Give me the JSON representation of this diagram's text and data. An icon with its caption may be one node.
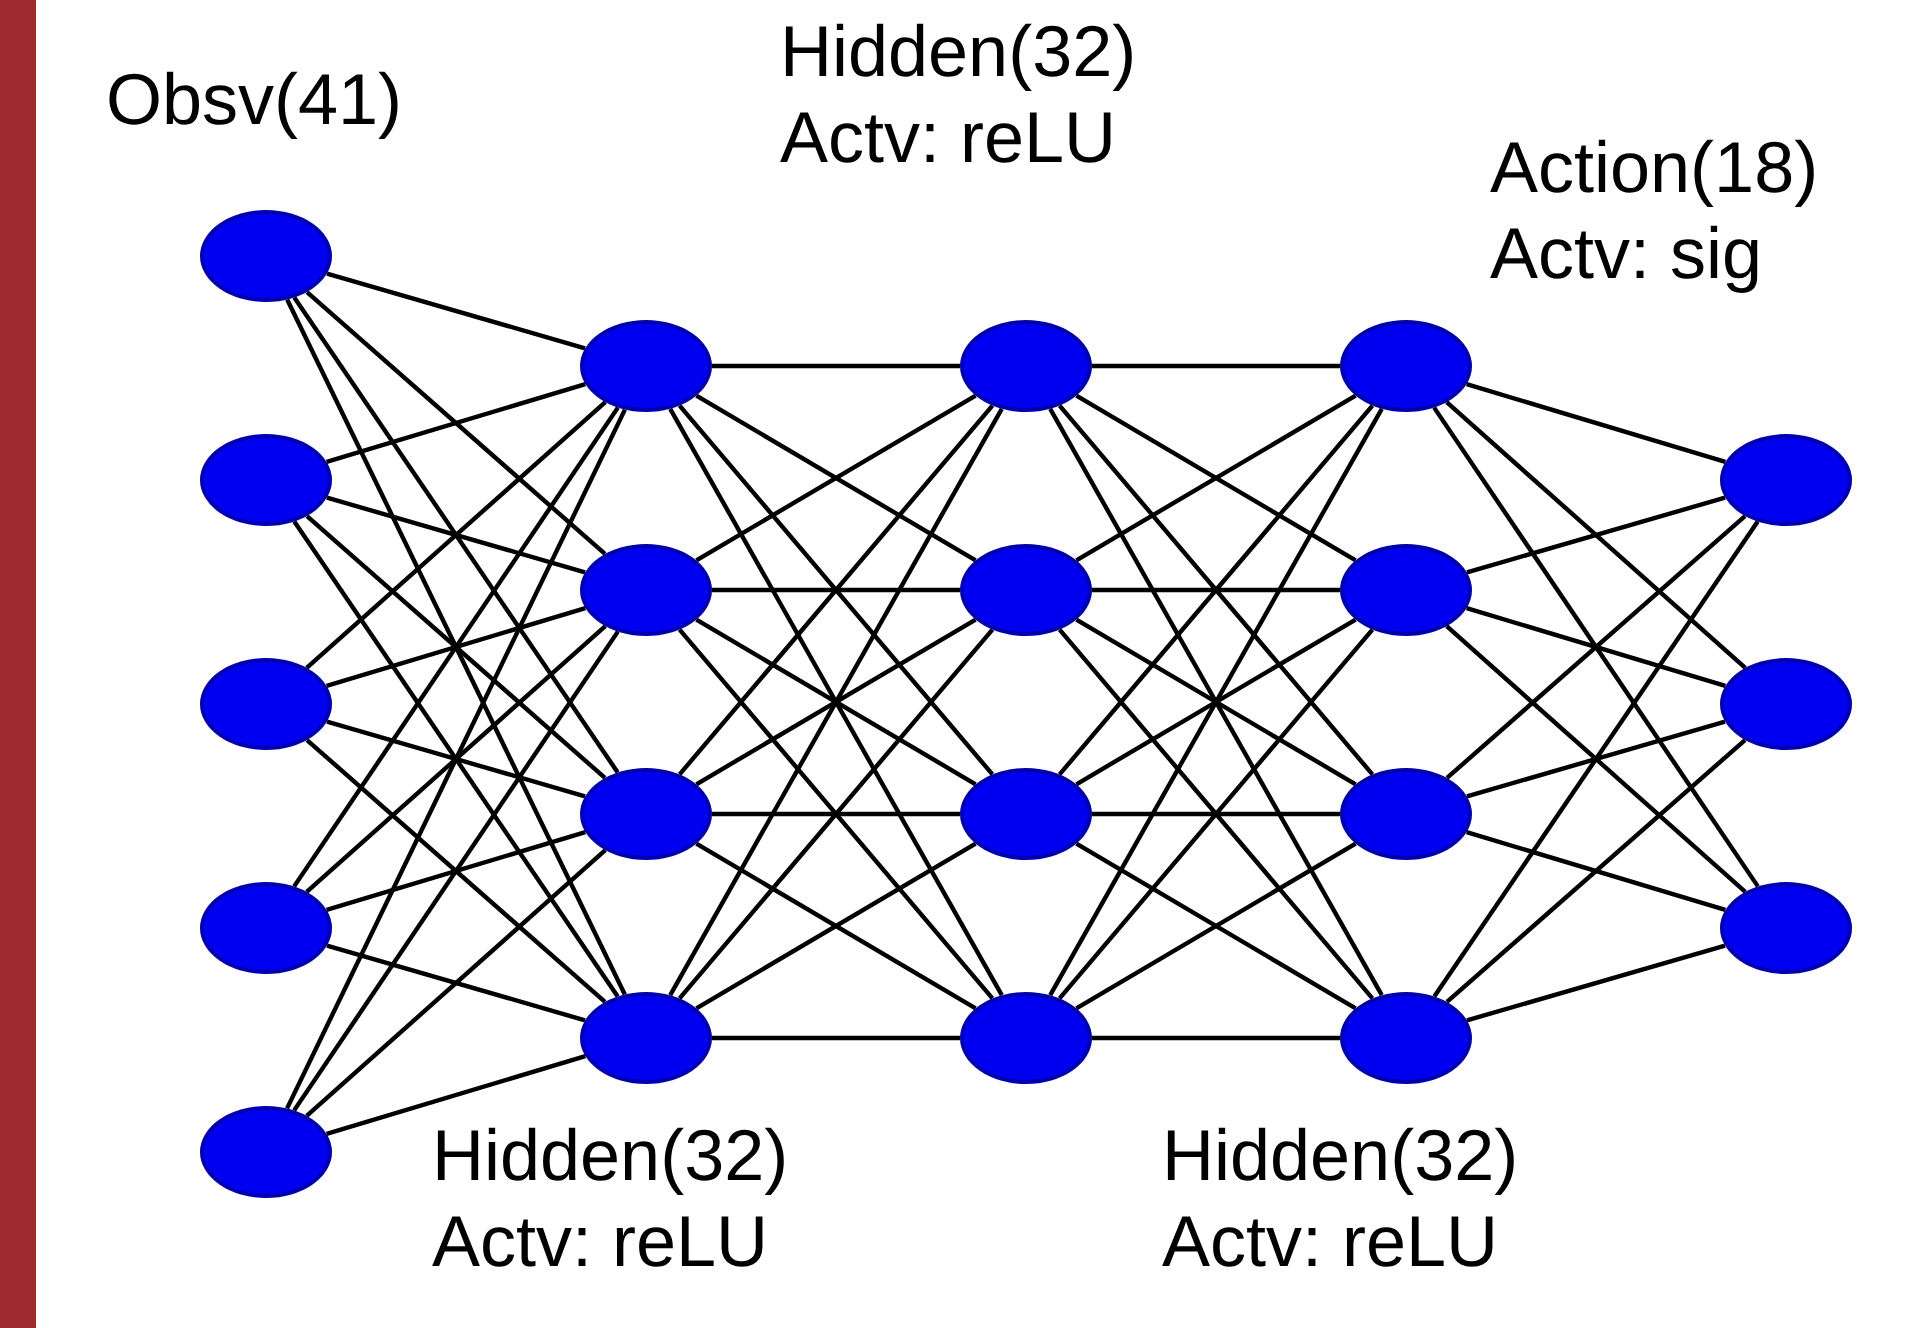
{
  "diagram": {
    "nodes": [
      {
        "text": [],
        "shape": "circle"
      },
      {
        "text": [],
        "shape": "circle"
      },
      {
        "text": [],
        "shape": "circle"
      },
      {
        "text": [],
        "shape": "circle"
      },
      {
        "text": [],
        "shape": "circle"
      },
      {
        "text": [],
        "shape": "circle"
      },
      {
        "text": [],
        "shape": "circle"
      },
      {
        "text": [],
        "shape": "circle"
      },
      {
        "text": [],
        "shape": "circle"
      },
      {
        "text": [],
        "shape": "circle"
      },
      {
        "text": [],
        "shape": "circle"
      },
      {
        "text": [],
        "shape": "circle"
      },
      {
        "text": [],
        "shape": "circle"
      },
      {
        "text": [],
        "shape": "circle"
      },
      {
        "text": [],
        "shape": "circle"
      },
      {
        "text": [],
        "shape": "circle"
      },
      {
        "text": [],
        "shape": "circle"
      },
      {
        "text": [],
        "shape": "circle"
      },
      {
        "text": [],
        "shape": "circle"
      },
      {
        "text": [],
        "shape": "circle"
      }
    ],
    "edges": [
      {
        "from": 0,
        "to": 5,
        "arrow": "none"
      },
      {
        "from": 0,
        "to": 6,
        "arrow": "none"
      },
      {
        "from": 0,
        "to": 7,
        "arrow": "none"
      },
      {
        "from": 0,
        "to": 8,
        "arrow": "none"
      },
      {
        "from": 1,
        "to": 5,
        "arrow": "none"
      },
      {
        "from": 1,
        "to": 6,
        "arrow": "none"
      },
      {
        "from": 1,
        "to": 7,
        "arrow": "none"
      },
      {
        "from": 1,
        "to": 8,
        "arrow": "none"
      },
      {
        "from": 2,
        "to": 5,
        "arrow": "none"
      },
      {
        "from": 2,
        "to": 6,
        "arrow": "none"
      },
      {
        "from": 2,
        "to": 7,
        "arrow": "none"
      },
      {
        "from": 2,
        "to": 8,
        "arrow": "none"
      },
      {
        "from": 3,
        "to": 5,
        "arrow": "none"
      },
      {
        "from": 3,
        "to": 6,
        "arrow": "none"
      },
      {
        "from": 3,
        "to": 7,
        "arrow": "none"
      },
      {
        "from": 3,
        "to": 8,
        "arrow": "none"
      },
      {
        "from": 4,
        "to": 5,
        "arrow": "none"
      },
      {
        "from": 4,
        "to": 6,
        "arrow": "none"
      },
      {
        "from": 4,
        "to": 7,
        "arrow": "none"
      },
      {
        "from": 4,
        "to": 8,
        "arrow": "none"
      },
      {
        "from": 5,
        "to": 9,
        "arrow": "none"
      },
      {
        "from": 5,
        "to": 10,
        "arrow": "none"
      },
      {
        "from": 5,
        "to": 11,
        "arrow": "none"
      },
      {
        "from": 5,
        "to": 12,
        "arrow": "none"
      },
      {
        "from": 6,
        "to": 9,
        "arrow": "none"
      },
      {
        "from": 6,
        "to": 10,
        "arrow": "none"
      },
      {
        "from": 6,
        "to": 11,
        "arrow": "none"
      },
      {
        "from": 6,
        "to": 12,
        "arrow": "none"
      },
      {
        "from": 7,
        "to": 9,
        "arrow": "none"
      },
      {
        "from": 7,
        "to": 10,
        "arrow": "none"
      },
      {
        "from": 7,
        "to": 11,
        "arrow": "none"
      },
      {
        "from": 7,
        "to": 12,
        "arrow": "none"
      },
      {
        "from": 8,
        "to": 9,
        "arrow": "none"
      },
      {
        "from": 8,
        "to": 10,
        "arrow": "none"
      },
      {
        "from": 8,
        "to": 11,
        "arrow": "none"
      },
      {
        "from": 8,
        "to": 12,
        "arrow": "none"
      },
      {
        "from": 9,
        "to": 13,
        "arrow": "none"
      },
      {
        "from": 9,
        "to": 14,
        "arrow": "none"
      },
      {
        "from": 9,
        "to": 15,
        "arrow": "none"
      },
      {
        "from": 9,
        "to": 16,
        "arrow": "none"
      },
      {
        "from": 10,
        "to": 13,
        "arrow": "none"
      },
      {
        "from": 10,
        "to": 14,
        "arrow": "none"
      },
      {
        "from": 10,
        "to": 15,
        "arrow": "none"
      },
      {
        "from": 10,
        "to": 16,
        "arrow": "none"
      },
      {
        "from": 11,
        "to": 13,
        "arrow": "none"
      },
      {
        "from": 11,
        "to": 14,
        "arrow": "none"
      },
      {
        "from": 11,
        "to": 15,
        "arrow": "none"
      },
      {
        "from": 11,
        "to": 16,
        "arrow": "none"
      },
      {
        "from": 12,
        "to": 13,
        "arrow": "none"
      },
      {
        "from": 12,
        "to": 14,
        "arrow": "none"
      },
      {
        "from": 12,
        "to": 15,
        "arrow": "none"
      },
      {
        "from": 12,
        "to": 16,
        "arrow": "none"
      },
      {
        "from": 13,
        "to": 17,
        "arrow": "none"
      },
      {
        "from": 13,
        "to": 18,
        "arrow": "none"
      },
      {
        "from": 13,
        "to": 19,
        "arrow": "none"
      },
      {
        "from": 14,
        "to": 17,
        "arrow": "none"
      },
      {
        "from": 14,
        "to": 18,
        "arrow": "none"
      },
      {
        "from": 14,
        "to": 19,
        "arrow": "none"
      },
      {
        "from": 15,
        "to": 17,
        "arrow": "none"
      },
      {
        "from": 15,
        "to": 18,
        "arrow": "none"
      },
      {
        "from": 15,
        "to": 19,
        "arrow": "none"
      },
      {
        "from": 16,
        "to": 17,
        "arrow": "none"
      },
      {
        "from": 16,
        "to": 18,
        "arrow": "none"
      },
      {
        "from": 16,
        "to": 19,
        "arrow": "none"
      }
    ],
    "labels": [
      "Obsv(41)",
      "Hidden(32) Actv: reLU",
      "Action(18) Actv: sig",
      "Hidden(32) Actv: reLU",
      "Hidden(32) Actv: reLU"
    ]
  }
}
